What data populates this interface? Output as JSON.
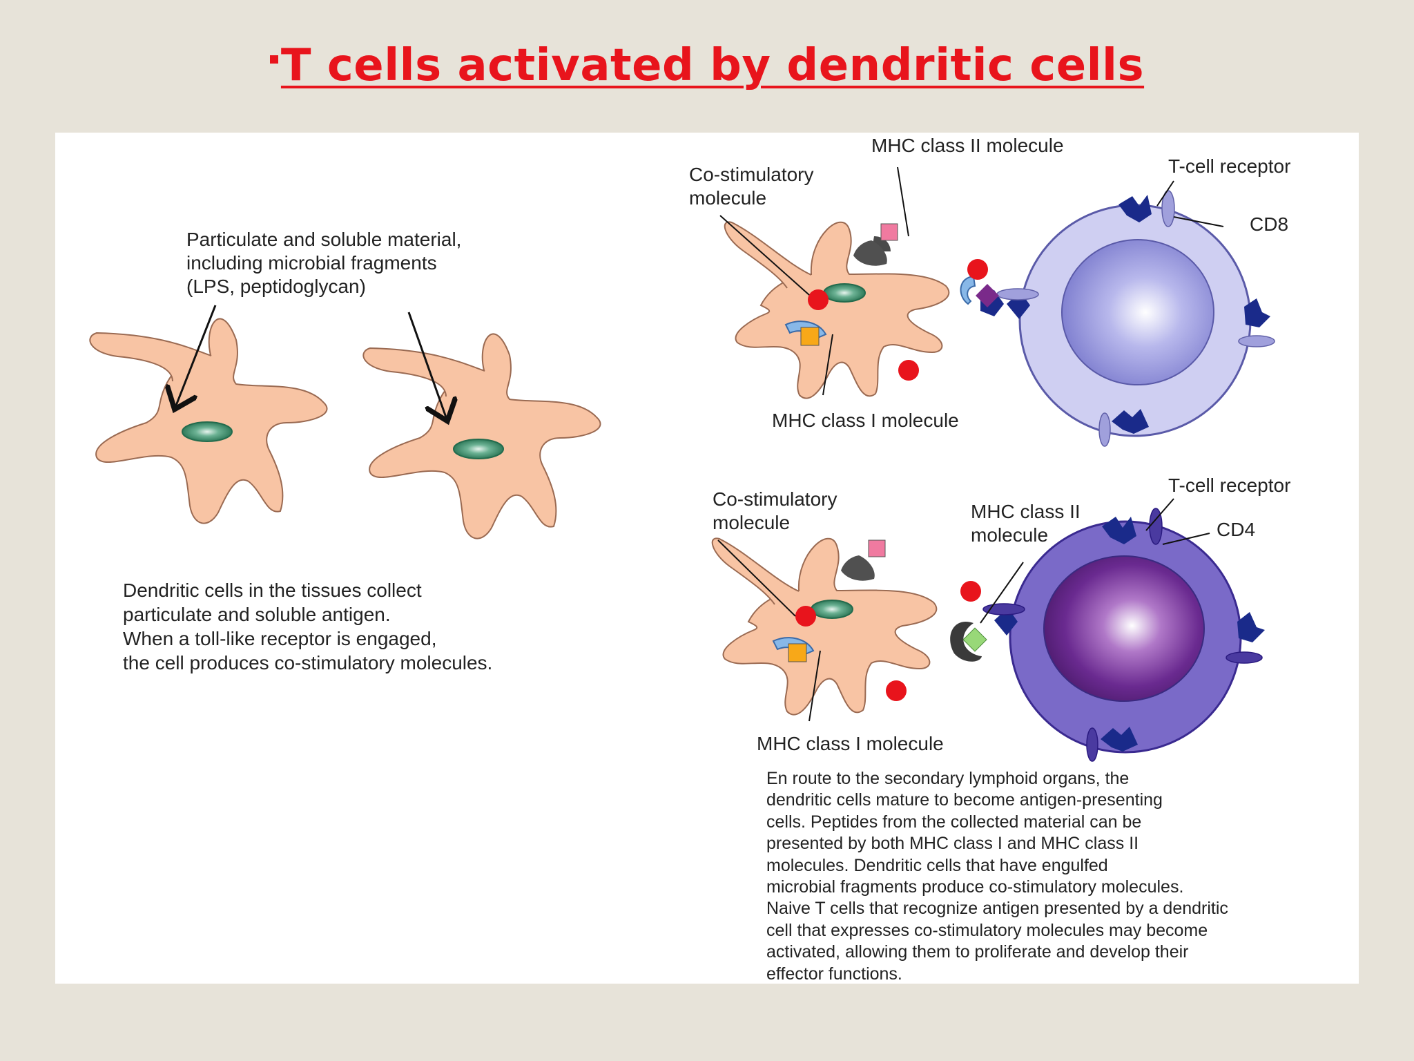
{
  "slide": {
    "title": "T cells activated by dendritic cells"
  },
  "panel_left": {
    "material_label": [
      "Particulate and soluble material,",
      "including microbial fragments",
      "(LPS, peptidoglycan)"
    ],
    "caption": [
      "Dendritic cells in the tissues collect",
      "particulate and soluble antigen.",
      "When a toll-like receptor  is engaged,",
      "the cell produces co-stimulatory molecules."
    ]
  },
  "panel_top_right": {
    "mhc2_label": "MHC class II molecule",
    "costim_label": [
      "Co-stimulatory",
      "molecule"
    ],
    "tcr_label": "T-cell receptor",
    "cd8_label": "CD8",
    "mhc1_label": "MHC class I molecule"
  },
  "panel_bottom_right": {
    "costim_label": [
      "Co-stimulatory",
      "molecule"
    ],
    "mhc2_label": [
      "MHC class II",
      "molecule"
    ],
    "tcr_label": "T-cell receptor",
    "cd4_label": "CD4",
    "mhc1_label": "MHC class I molecule",
    "caption": [
      "En route to the secondary lymphoid organs, the",
      "dendritic cells mature to become antigen-presenting",
      "cells. Peptides from the collected material can be",
      "presented by both MHC class I and MHC class II",
      "molecules. Dendritic cells that have engulfed",
      "microbial fragments produce co-stimulatory molecules.",
      "Naive T cells that recognize antigen presented by a dendritic",
      "cell that expresses co-stimulatory molecules may become",
      "activated, allowing them to proliferate and develop their",
      "effector functions."
    ]
  },
  "colors": {
    "title_red": "#e8141c",
    "dendritic_cell": "#f8c4a4",
    "nucleus": "#3a8a6a",
    "costim_red": "#e8141c",
    "cd8_tcell": "#b8b8e8",
    "cd4_tcell": "#5a4aa8",
    "tcr_navy": "#1a2a8a"
  }
}
